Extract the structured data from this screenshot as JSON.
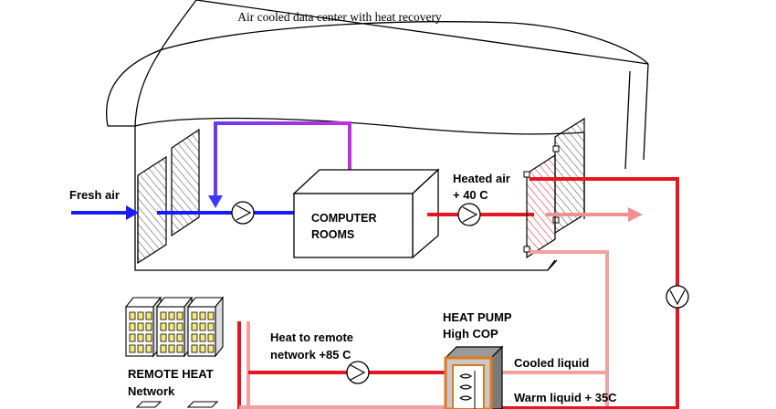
{
  "title": "Air cooled data center with heat recovery",
  "labels": {
    "fresh_air": "Fresh air",
    "heated_air_line1": "Heated air",
    "heated_air_line2": "+ 40 C",
    "computer_rooms_line1": "COMPUTER",
    "computer_rooms_line2": "ROOMS",
    "heat_pump_line1": "HEAT PUMP",
    "heat_pump_line2": "High COP",
    "heat_to_remote_line1": "Heat to remote",
    "heat_to_remote_line2": "network +85 C",
    "remote_heat_line1": "REMOTE HEAT",
    "remote_heat_line2": "Network",
    "cooled_liquid": "Cooled liquid",
    "warm_liquid": "Warm liquid + 35C"
  },
  "colors": {
    "cold_flow": "#1a1aff",
    "recirculation": "#a020f0",
    "hot_flow": "#e8141e",
    "warm_flow": "#f2a0a0",
    "building_yellow": "#f5e87a",
    "heat_pump_orange": "#e07820",
    "heat_pump_grey": "#9a9a9a"
  }
}
